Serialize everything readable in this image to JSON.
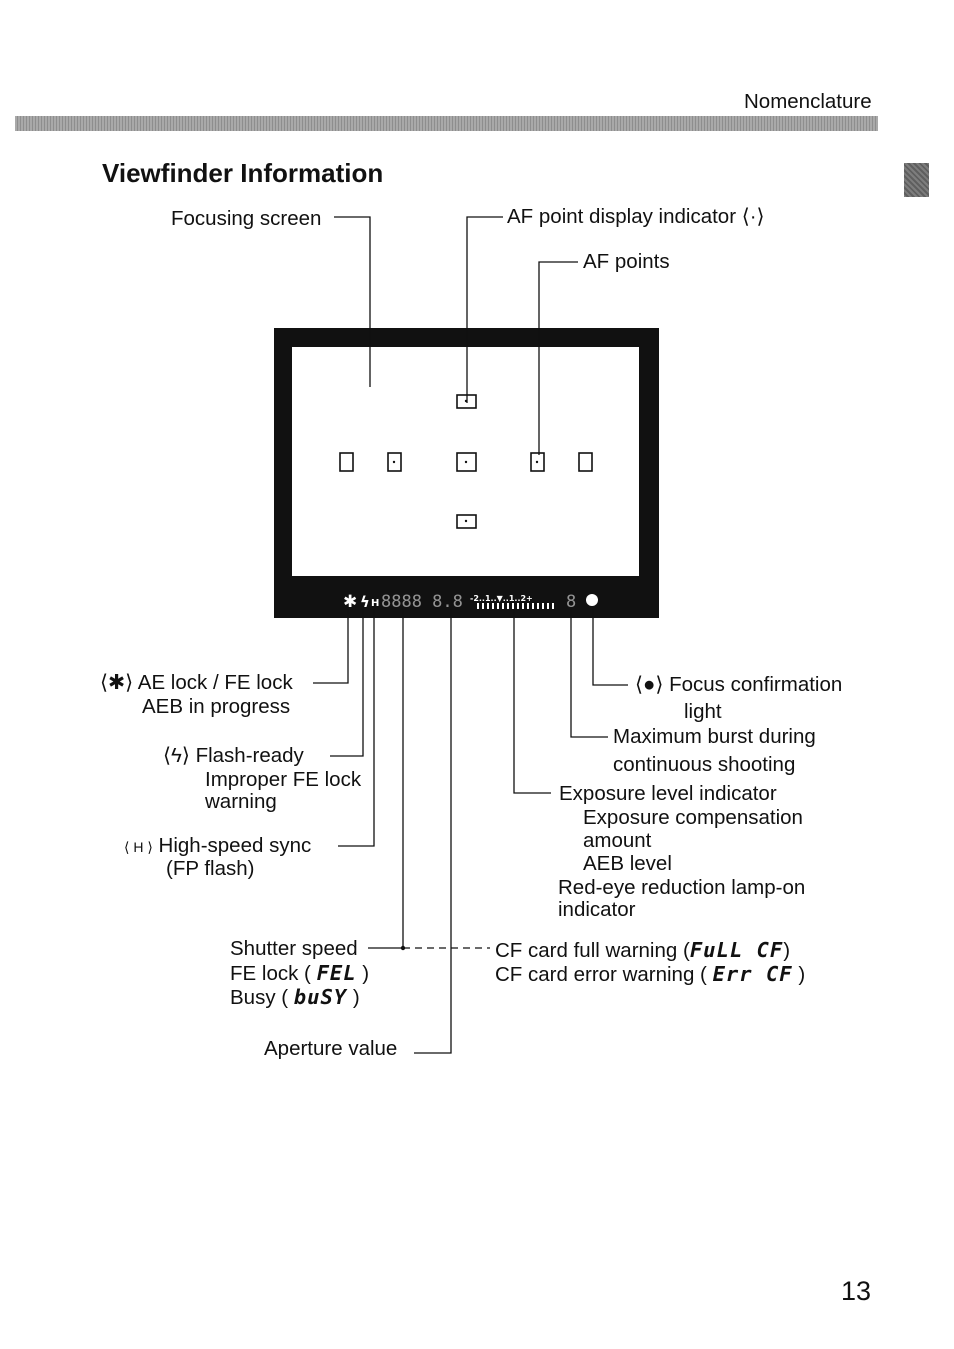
{
  "header": {
    "section": "Nomenclature"
  },
  "title": "Viewfinder Information",
  "callouts": {
    "focusing_screen": "Focusing screen",
    "af_point_display": "AF point display indicator ⟨·⟩",
    "af_points": "AF points",
    "ae_lock": {
      "symbol": "⟨✱⟩",
      "line1": "AE lock / FE lock",
      "line2": "AEB in progress"
    },
    "flash_ready": {
      "symbol": "⟨ϟ⟩",
      "line1": "Flash-ready",
      "line2": "Improper FE lock",
      "line3": "warning"
    },
    "high_speed": {
      "symbol": "⟨ H ⟩",
      "line1": "High-speed sync",
      "line2": "(FP flash)"
    },
    "focus_confirm": {
      "symbol": "⟨●⟩",
      "line1": "Focus confirmation",
      "line2": "light"
    },
    "max_burst": {
      "line1": "Maximum burst during",
      "line2": "continuous shooting"
    },
    "exposure": {
      "line1": "Exposure level indicator",
      "line2": "Exposure compensation",
      "line3": "amount",
      "line4": "AEB level",
      "line5": "Red-eye reduction lamp-on",
      "line6": "indicator"
    },
    "shutter": {
      "line1": "Shutter speed",
      "line2_prefix": "FE lock ( ",
      "line2_code": "FEL",
      "line2_suffix": " )",
      "line3_prefix": "Busy ( ",
      "line3_code": "buSY",
      "line3_suffix": " )"
    },
    "cf_card": {
      "full_prefix": "CF card full warning (",
      "full_code": "FuLL CF",
      "full_suffix": ")",
      "error_prefix": "CF card error warning ( ",
      "error_code": "Err CF",
      "error_suffix": " )"
    },
    "aperture": "Aperture value"
  },
  "lcd": {
    "readout": "8888 8.8",
    "scale": "-2..1..▼..1..2+",
    "burst": "8"
  },
  "page_number": "13"
}
